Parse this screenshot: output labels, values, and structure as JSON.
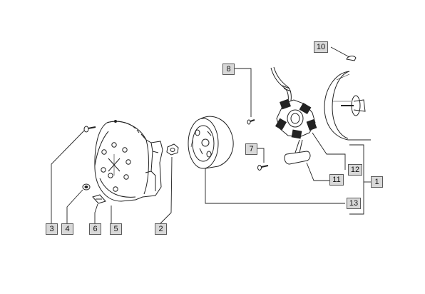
{
  "diagram": {
    "callouts": [
      {
        "id": "c1",
        "label": "1"
      },
      {
        "id": "c2",
        "label": "2"
      },
      {
        "id": "c3",
        "label": "3"
      },
      {
        "id": "c4",
        "label": "4"
      },
      {
        "id": "c5",
        "label": "5"
      },
      {
        "id": "c6",
        "label": "6"
      },
      {
        "id": "c7",
        "label": "7"
      },
      {
        "id": "c8",
        "label": "8"
      },
      {
        "id": "c10",
        "label": "10"
      },
      {
        "id": "c11",
        "label": "11"
      },
      {
        "id": "c12",
        "label": "12"
      },
      {
        "id": "c13",
        "label": "13"
      }
    ]
  }
}
